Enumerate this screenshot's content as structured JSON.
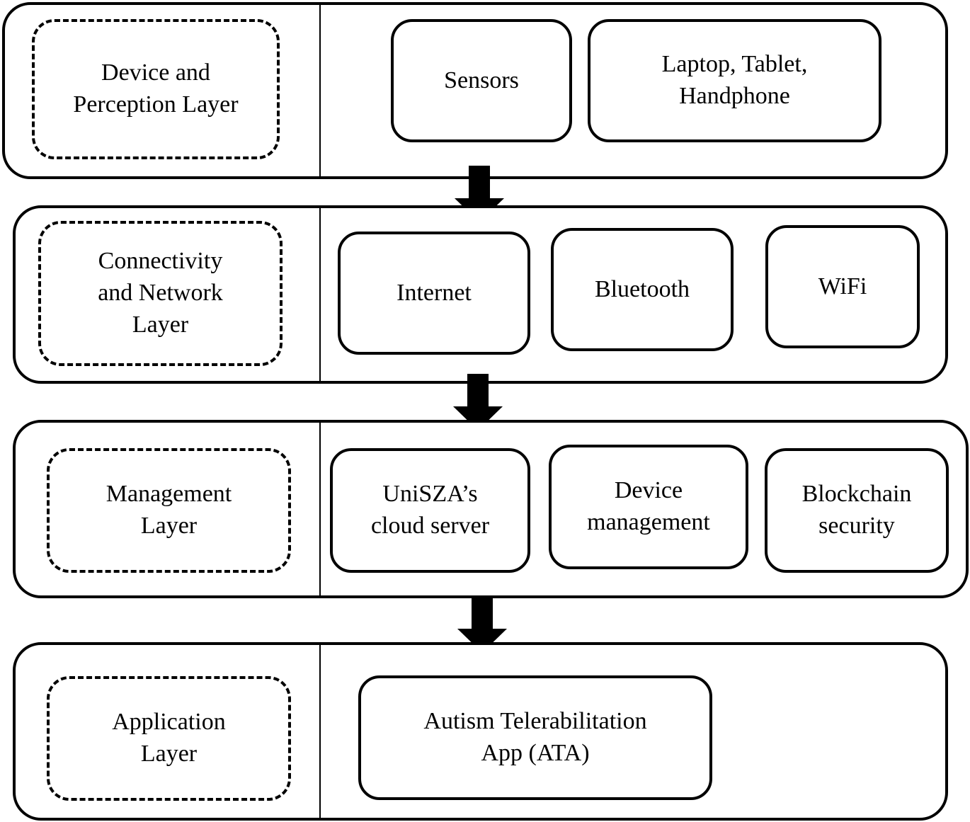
{
  "layers": [
    {
      "name": "Device and\nPerception Layer",
      "components": [
        "Sensors",
        "Laptop, Tablet,\nHandphone"
      ]
    },
    {
      "name": "Connectivity\nand Network\nLayer",
      "components": [
        "Internet",
        "Bluetooth",
        "WiFi"
      ]
    },
    {
      "name": "Management\nLayer",
      "components": [
        "UniSZA’s\ncloud server",
        "Device\nmanagement",
        "Blockchain\nsecurity"
      ]
    },
    {
      "name": "Application\nLayer",
      "components": [
        "Autism Telerabilitation\nApp (ATA)"
      ]
    }
  ]
}
